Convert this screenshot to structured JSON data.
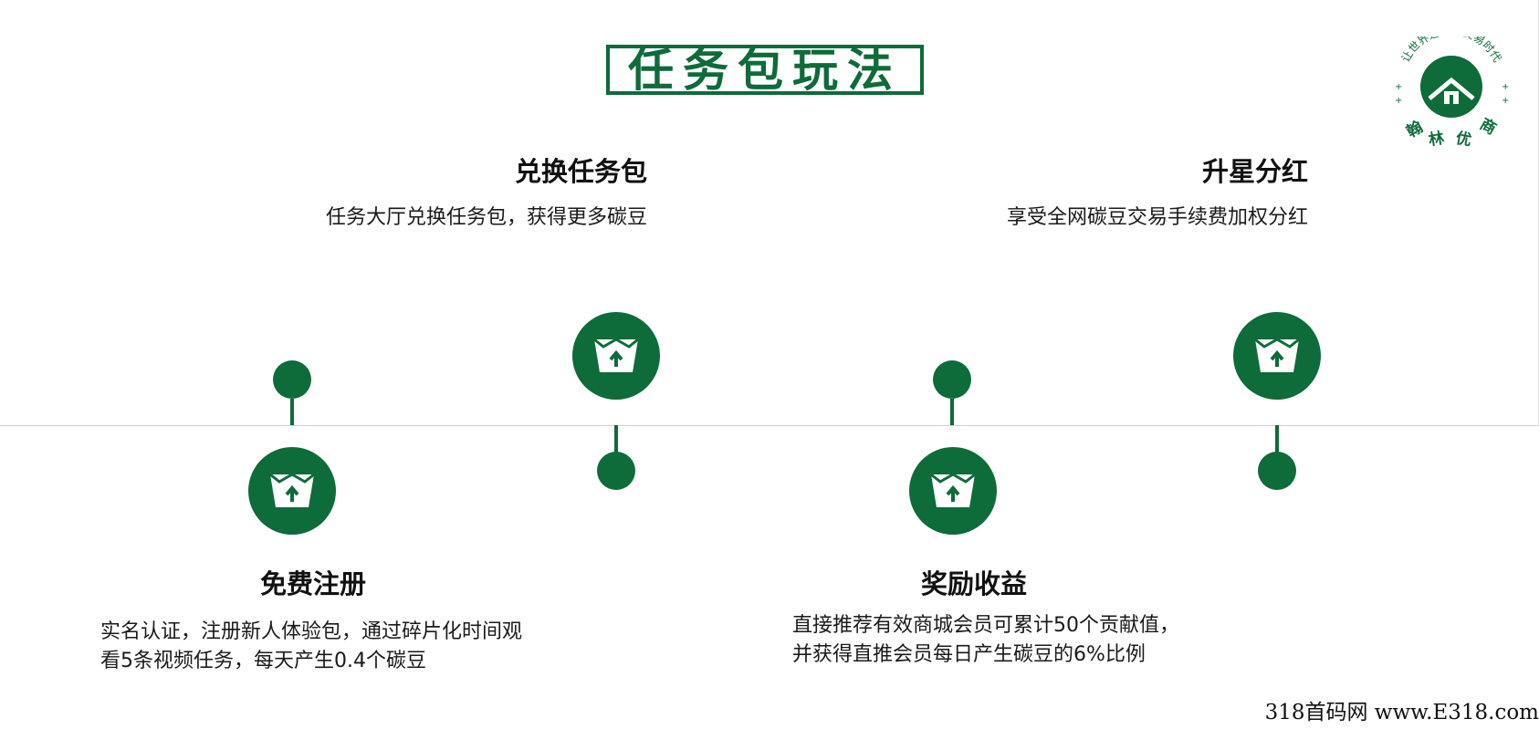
{
  "title": "任务包玩法",
  "colors": {
    "brand_green": "#0e6b3a"
  },
  "logo": {
    "arc_text": "让世界进入碳交易时代",
    "name_chars": [
      "翰",
      "林",
      "优",
      "商"
    ],
    "icon": "house-icon"
  },
  "steps": [
    {
      "heading": "免费注册",
      "desc_lines": [
        "实名认证，注册新人体验包，通过碎片化时间观",
        "看5条视频任务，每天产生0.4个碳豆"
      ],
      "icon": "basket-up-icon"
    },
    {
      "heading": "兑换任务包",
      "desc_lines": [
        "任务大厅兑换任务包，获得更多碳豆"
      ],
      "icon": "basket-up-icon"
    },
    {
      "heading": "奖励收益",
      "desc_lines": [
        "直接推荐有效商城会员可累计50个贡献值，",
        "并获得直推会员每日产生碳豆的6%比例"
      ],
      "icon": "basket-up-icon"
    },
    {
      "heading": "升星分红",
      "desc_lines": [
        "享受全网碳豆交易手续费加权分红"
      ],
      "icon": "basket-up-icon"
    }
  ],
  "footer": "318首码网 www.E318.com"
}
